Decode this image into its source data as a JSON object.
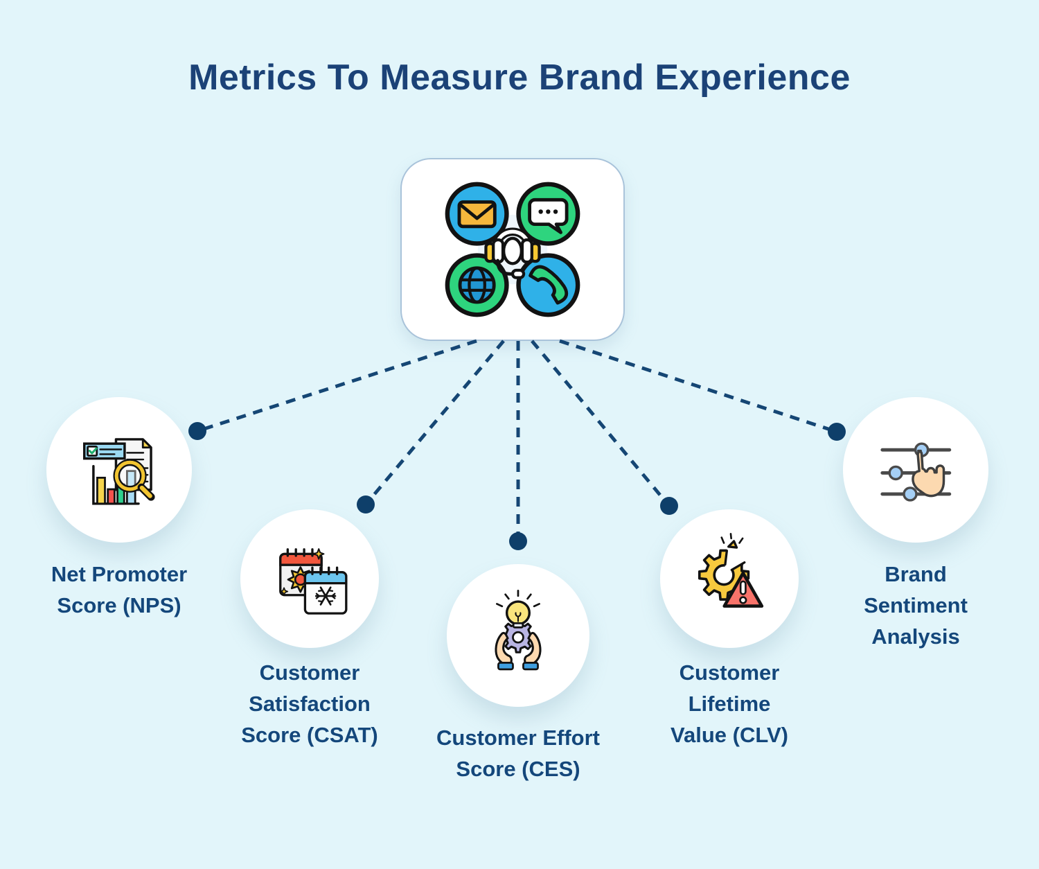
{
  "title": "Metrics To Measure Brand Experience",
  "colors": {
    "background": "#e2f5fa",
    "title_text": "#1b4277",
    "label_text": "#14477b",
    "connector_line": "#154674",
    "connector_dot": "#0e3f6a",
    "card_background": "#ffffff",
    "card_border": "#a9c3da",
    "circle_fill": "#ffffff",
    "accent_blue": "#2fb1e8",
    "accent_green": "#2ed47e",
    "accent_yellow": "#f7c832",
    "accent_red": "#f8736a"
  },
  "center_card": {
    "icon": "customer-communication-channels"
  },
  "metrics": [
    {
      "id": "nps",
      "icon": "report-analysis-magnifier",
      "label": "Net Promoter Score (NPS)",
      "lines": [
        "Net Promoter",
        "Score (NPS)"
      ]
    },
    {
      "id": "csat",
      "icon": "seasonal-calendars",
      "label": "Customer Satisfaction Score (CSAT)",
      "lines": [
        "Customer",
        "Satisfaction",
        "Score (CSAT)"
      ]
    },
    {
      "id": "ces",
      "icon": "hands-holding-gear-lightbulb",
      "label": "Customer Effort Score (CES)",
      "lines": [
        "Customer Effort",
        "Score (CES)"
      ]
    },
    {
      "id": "clv",
      "icon": "broken-gear-warning",
      "label": "Customer Lifetime Value (CLV)",
      "lines": [
        "Customer",
        "Lifetime",
        "Value (CLV)"
      ]
    },
    {
      "id": "bsa",
      "icon": "sliders-touch-hand",
      "label": "Brand Sentiment Analysis",
      "lines": [
        "Brand",
        "Sentiment",
        "Analysis"
      ]
    }
  ]
}
